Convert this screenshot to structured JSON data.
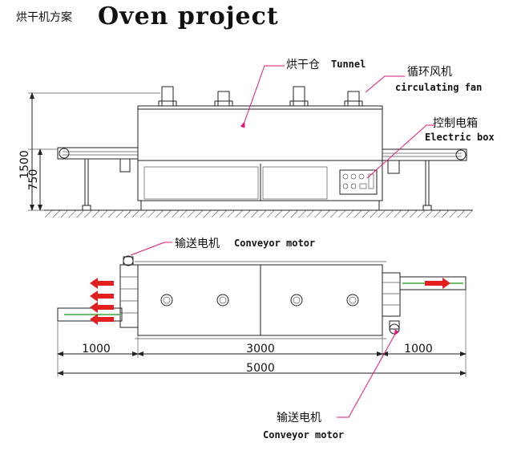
{
  "title": {
    "cn": "烘干机方案",
    "en": "Oven project"
  },
  "labels": {
    "tunnel": {
      "cn": "烘干仓",
      "en": "Tunnel"
    },
    "fan": {
      "cn": "循环风机",
      "en": "circulating fan"
    },
    "ebox": {
      "cn": "控制电箱",
      "en": "Electric box"
    },
    "motor_top": {
      "cn": "输送电机",
      "en": "Conveyor motor"
    },
    "motor_bottom": {
      "cn": "输送电机",
      "en": "Conveyor motor"
    }
  },
  "dimensions": {
    "height_total": "1500",
    "height_belt": "750",
    "in_length": "1000",
    "tunnel_length": "3000",
    "out_length": "1000",
    "total_length": "5000"
  },
  "colors": {
    "leader": "#e0167b",
    "arrow": "#e21e1e",
    "belt": "#3aa83a"
  }
}
